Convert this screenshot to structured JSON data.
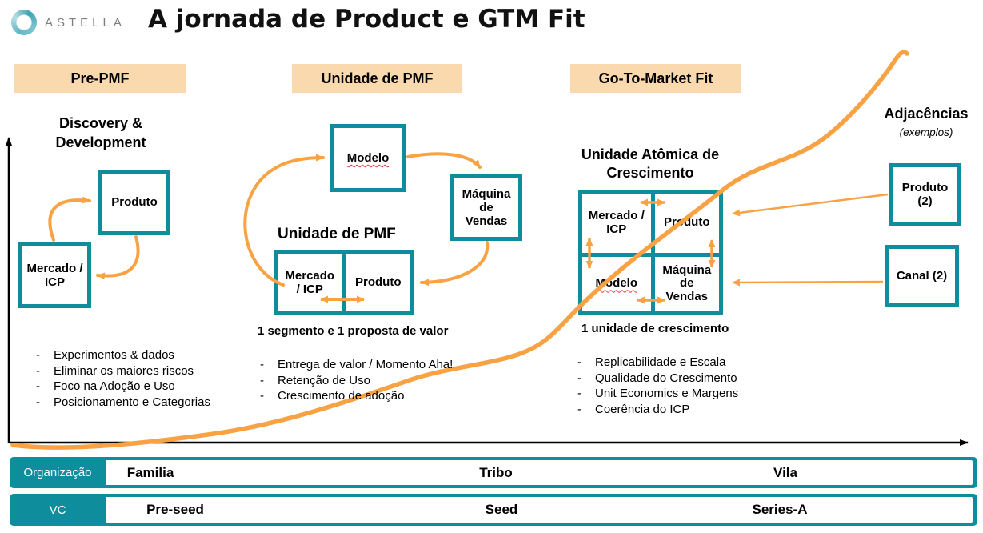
{
  "brand": {
    "logo": "ASTELLA"
  },
  "title": "A jornada de Product e GTM Fit",
  "phases": [
    "Pre-PMF",
    "Unidade de PMF",
    "Go-To-Market Fit"
  ],
  "pre_pmf": {
    "heading": "Discovery & Development",
    "box_produto": "Produto",
    "box_mercado": "Mercado / ICP",
    "bullets": [
      "Experimentos & dados",
      "Eliminar os maiores riscos",
      "Foco na Adoção e Uso",
      "Posicionamento e Categorias"
    ]
  },
  "pmf": {
    "heading": "Unidade de PMF",
    "box_modelo": "Modelo",
    "box_maquina": "Máquina de Vendas",
    "box_mercado": "Mercado / ICP",
    "box_produto": "Produto",
    "caption": "1 segmento e 1 proposta de valor",
    "bullets": [
      "Entrega de valor / Momento Aha!",
      "Retenção de Uso",
      "Crescimento de adoção"
    ]
  },
  "gtm": {
    "heading": "Unidade Atômica de Crescimento",
    "cell_mercado": "Mercado / ICP",
    "cell_produto": "Produto",
    "cell_modelo": "Modelo",
    "cell_maquina": "Máquina de Vendas",
    "caption": "1 unidade de crescimento",
    "bullets": [
      "Replicabilidade e Escala",
      "Qualidade do Crescimento",
      "Unit Economics e Margens",
      "Coerência do ICP"
    ]
  },
  "adjacencias": {
    "heading": "Adjacências",
    "subheading": "(exemplos)",
    "box_produto": "Produto (2)",
    "box_canal": "Canal (2)"
  },
  "bars": [
    {
      "label": "Organização",
      "segments": [
        "Familia",
        "Tribo",
        "Vila"
      ]
    },
    {
      "label": "VC",
      "segments": [
        "Pre-seed",
        "Seed",
        "Series-A"
      ]
    }
  ],
  "colors": {
    "teal": "#0E8D9D",
    "peach": "#FAD9AE",
    "orange": "#F9A243",
    "axis": "#000000"
  }
}
